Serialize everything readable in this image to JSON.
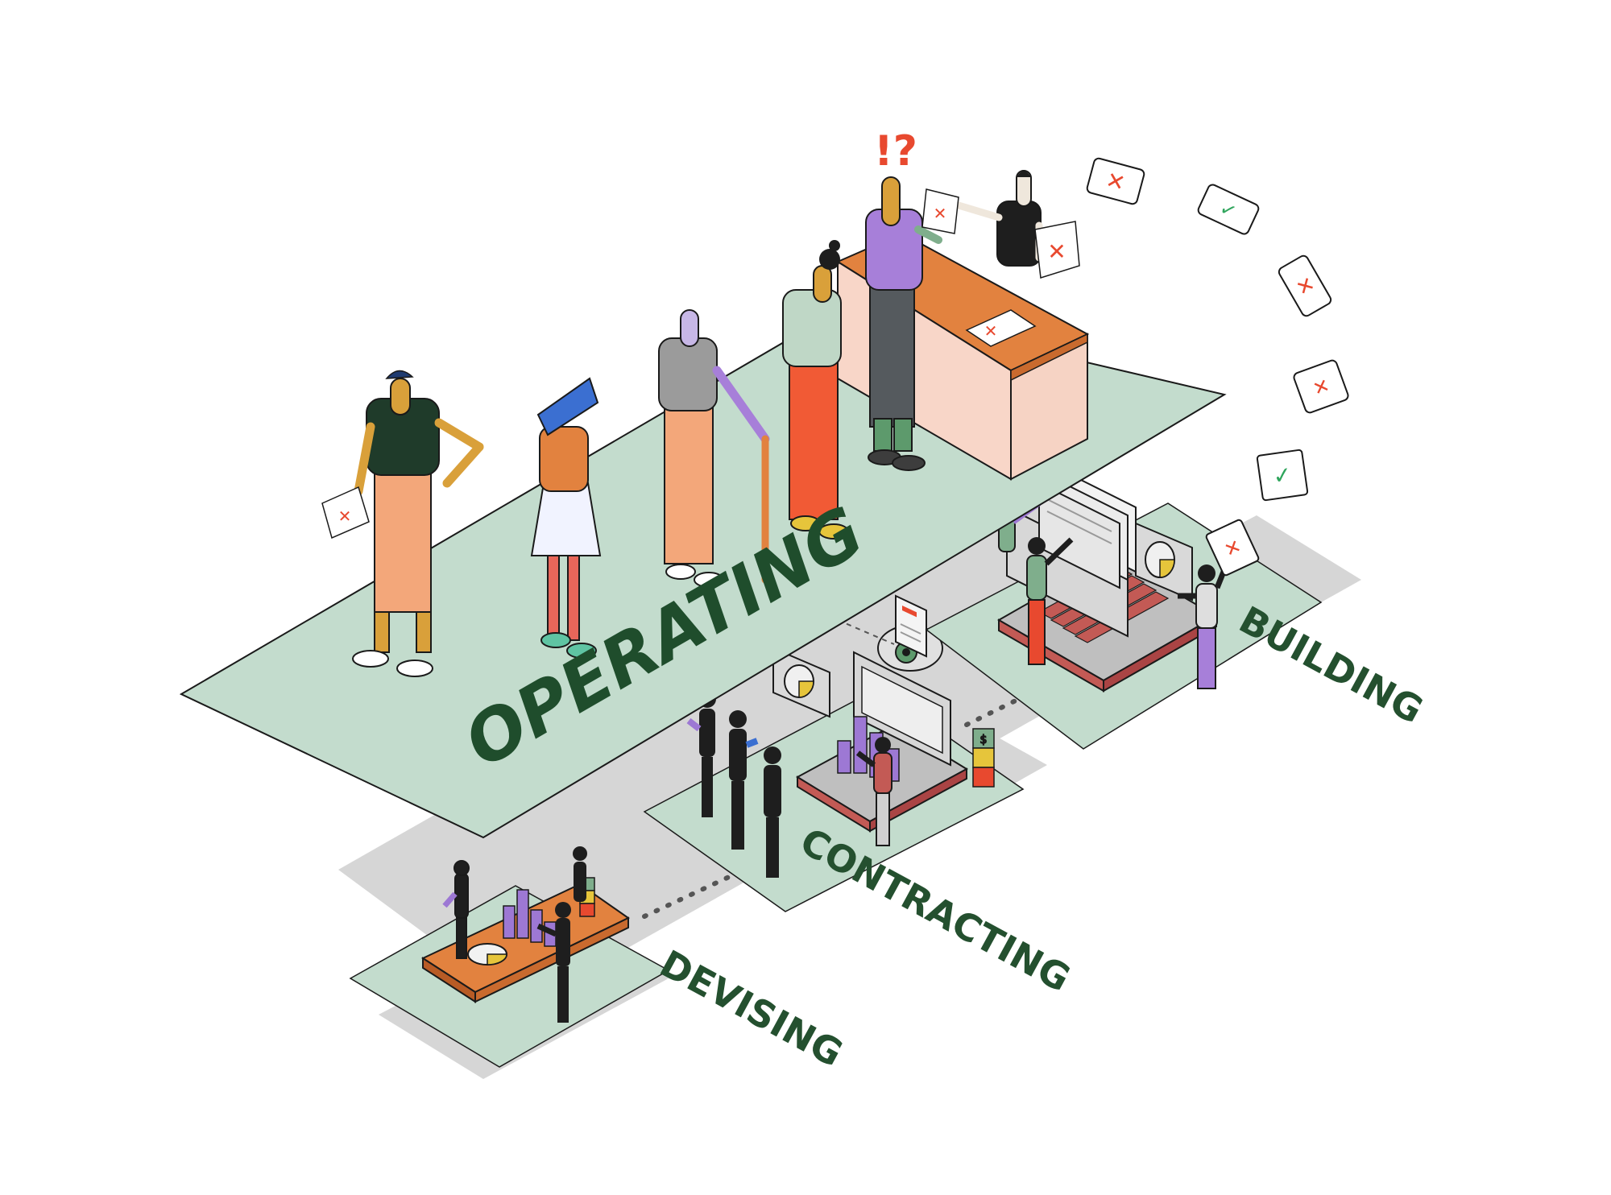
{
  "stages": {
    "operating": "OPERATING",
    "building": "BUILDING",
    "contracting": "CONTRACTING",
    "devising": "DEVISING"
  },
  "symbols": {
    "alert": "!?",
    "reject": "✕",
    "accept": "✓",
    "dollar": "$"
  },
  "colors": {
    "platform": "#c3dccd",
    "label": "#24502f",
    "accent_orange": "#e2823f",
    "reject_red": "#e8492f",
    "accept_green": "#2fa55c",
    "purple": "#a77fd9",
    "shadow": "#c9c9c9"
  }
}
